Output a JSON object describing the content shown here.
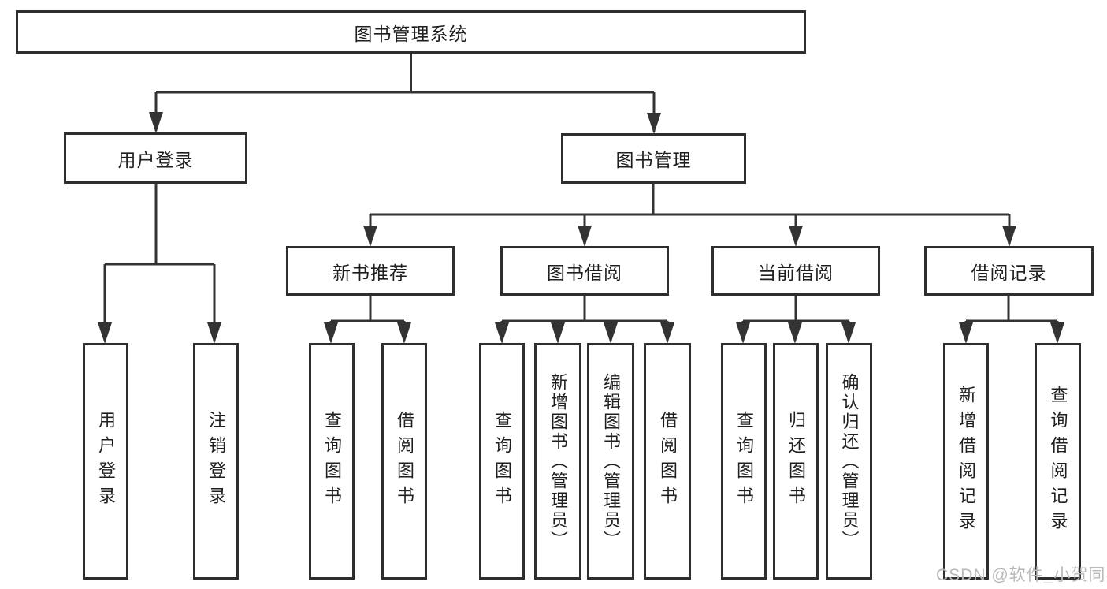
{
  "watermark": "CSDN @软件_小贺同学",
  "colors": {
    "line": "#333333",
    "box_border": "#2e2e2e",
    "text": "#1f1f1f",
    "watermark_text": "#b9b9b9",
    "background": "#ffffff"
  },
  "tree": {
    "root": {
      "label": "图书管理系统"
    },
    "branches": [
      {
        "label": "用户登录",
        "children": [
          {
            "label": "用户登录"
          },
          {
            "label": "注销登录"
          }
        ]
      },
      {
        "label": "图书管理",
        "sections": [
          {
            "label": "新书推荐",
            "children": [
              {
                "label": "查询图书"
              },
              {
                "label": "借阅图书"
              }
            ]
          },
          {
            "label": "图书借阅",
            "children": [
              {
                "label": "查询图书"
              },
              {
                "label": "新增图书（管理员）"
              },
              {
                "label": "编辑图书（管理员）"
              },
              {
                "label": "借阅图书"
              }
            ]
          },
          {
            "label": "当前借阅",
            "children": [
              {
                "label": "查询图书"
              },
              {
                "label": "归还图书"
              },
              {
                "label": "确认归还（管理员）"
              }
            ]
          },
          {
            "label": "借阅记录",
            "children": [
              {
                "label": "新增借阅记录"
              },
              {
                "label": "查询借阅记录"
              }
            ]
          }
        ]
      }
    ]
  }
}
